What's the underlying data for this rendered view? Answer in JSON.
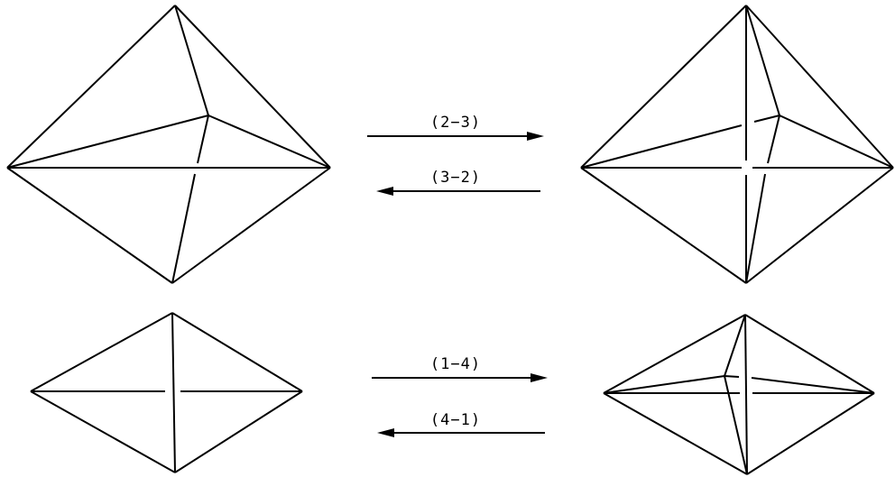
{
  "transitions": {
    "two_to_three": "(2−3)",
    "three_to_two": "(3−2)",
    "one_to_four": "(1−4)",
    "four_to_one": "(4−1)"
  },
  "colors": {
    "stroke": "#000000",
    "background": "#ffffff"
  }
}
